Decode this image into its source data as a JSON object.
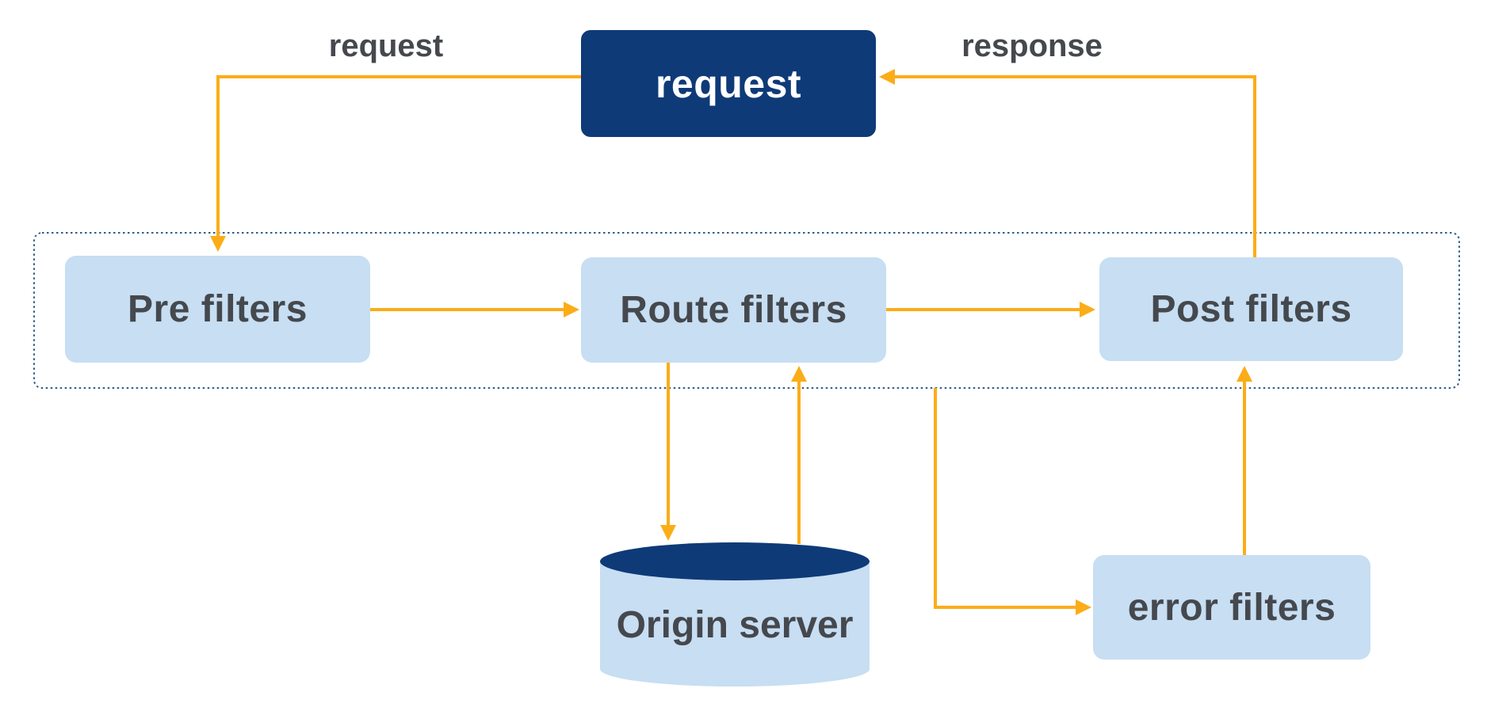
{
  "diagram": {
    "type": "flow-diagram",
    "description": "Gateway filter chain: a request passes through pre, route and post filters; route filters call the origin server; errors go to error filters before the response returns",
    "colors": {
      "node_navy": "#0E3A78",
      "node_light_blue": "#C7DEF3",
      "arrow_orange": "#FBAD18",
      "group_dotted_border": "#2E5E87",
      "text_dark": "#45484D",
      "text_light": "#FFFFFF",
      "background": "#FFFFFF"
    },
    "nodes": {
      "request": {
        "label": "request",
        "shape": "rounded-rect",
        "style": "navy"
      },
      "pre_filters": {
        "label": "Pre filters",
        "shape": "rounded-rect",
        "style": "light"
      },
      "route_filters": {
        "label": "Route filters",
        "shape": "rounded-rect",
        "style": "light"
      },
      "post_filters": {
        "label": "Post filters",
        "shape": "rounded-rect",
        "style": "light"
      },
      "error_filters": {
        "label": "error filters",
        "shape": "rounded-rect",
        "style": "light"
      },
      "origin_server": {
        "label": "Origin server",
        "shape": "cylinder",
        "style": "light-with-navy-top"
      }
    },
    "groups": {
      "filter_chain": {
        "style": "dotted-rounded-border",
        "contains": [
          "pre_filters",
          "route_filters",
          "post_filters"
        ]
      }
    },
    "edges": [
      {
        "from": "request",
        "to": "pre_filters",
        "label": "request",
        "style": "orange-arrow"
      },
      {
        "from": "pre_filters",
        "to": "route_filters",
        "label": "",
        "style": "orange-arrow"
      },
      {
        "from": "route_filters",
        "to": "post_filters",
        "label": "",
        "style": "orange-arrow"
      },
      {
        "from": "route_filters",
        "to": "origin_server",
        "label": "",
        "style": "orange-arrow"
      },
      {
        "from": "origin_server",
        "to": "route_filters",
        "label": "",
        "style": "orange-arrow"
      },
      {
        "from": "filter_chain",
        "to": "error_filters",
        "label": "",
        "style": "orange-arrow"
      },
      {
        "from": "error_filters",
        "to": "post_filters",
        "label": "",
        "style": "orange-arrow"
      },
      {
        "from": "post_filters",
        "to": "request",
        "label": "response",
        "style": "orange-arrow"
      }
    ]
  }
}
